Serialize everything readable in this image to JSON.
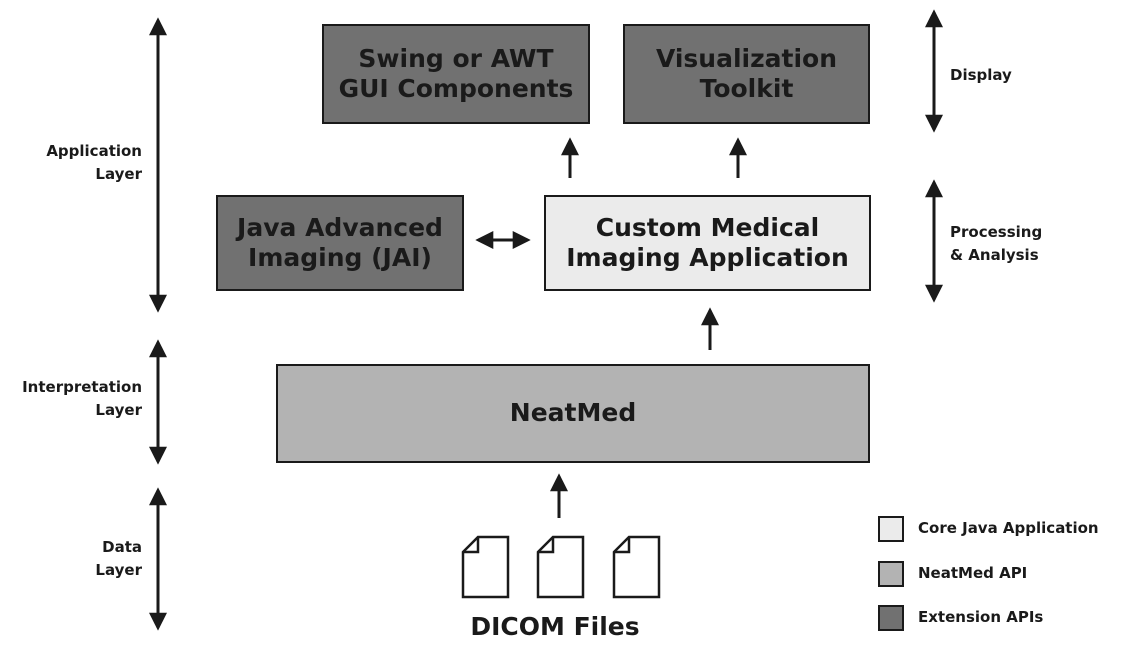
{
  "boxes": {
    "swing": "Swing or AWT\nGUI Components",
    "vtk": "Visualization\nToolkit",
    "jai": "Java Advanced\nImaging (JAI)",
    "custom": "Custom Medical\nImaging Application",
    "neatmed": "NeatMed"
  },
  "layers": {
    "application": "Application\nLayer",
    "interpretation": "Interpretation\nLayer",
    "data": "Data\nLayer"
  },
  "stages": {
    "display": "Display",
    "processing": "Processing\n& Analysis"
  },
  "files_caption": "DICOM Files",
  "legend": {
    "core": "Core Java Application",
    "neatmed": "NeatMed API",
    "extension": "Extension APIs"
  },
  "colors": {
    "core": "#ebebeb",
    "neatmed": "#b3b3b3",
    "extension": "#717171",
    "stroke": "#1a1a1a"
  }
}
